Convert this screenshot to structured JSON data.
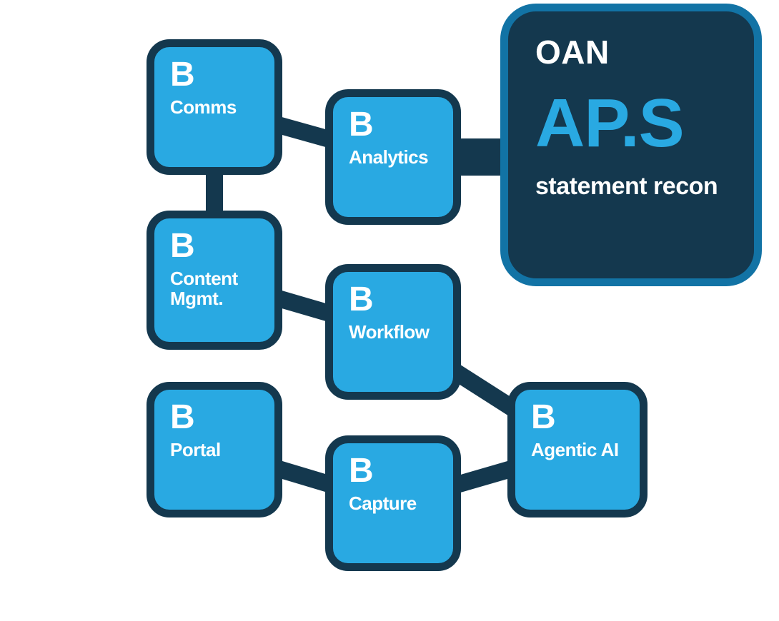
{
  "diagram": {
    "nodes": [
      {
        "id": "comms",
        "initial": "B",
        "label": "Comms"
      },
      {
        "id": "analytics",
        "initial": "B",
        "label": "Analytics"
      },
      {
        "id": "content-mgmt",
        "initial": "B",
        "label": "Content Mgmt."
      },
      {
        "id": "workflow",
        "initial": "B",
        "label": "Workflow"
      },
      {
        "id": "portal",
        "initial": "B",
        "label": "Portal"
      },
      {
        "id": "capture",
        "initial": "B",
        "label": "Capture"
      },
      {
        "id": "agentic-ai",
        "initial": "B",
        "label": "Agentic AI"
      }
    ],
    "hub": {
      "eyebrow": "OAN",
      "title": "AP.S",
      "subtitle": "statement recon"
    },
    "edges": [
      {
        "from": "comms",
        "to": "analytics",
        "thick": false
      },
      {
        "from": "comms",
        "to": "content-mgmt",
        "thick": false
      },
      {
        "from": "analytics",
        "to": "hub",
        "thick": true
      },
      {
        "from": "content-mgmt",
        "to": "workflow",
        "thick": false
      },
      {
        "from": "workflow",
        "to": "agentic-ai",
        "thick": false
      },
      {
        "from": "portal",
        "to": "capture",
        "thick": false
      },
      {
        "from": "capture",
        "to": "agentic-ai",
        "thick": false
      }
    ],
    "colors": {
      "background": "#FFFFFF",
      "node_fill": "#29A9E2",
      "line": "#14384E",
      "hub_fill": "#14384E",
      "hub_border": "#1273A5",
      "accent": "#29A9E2",
      "text": "#FFFFFF"
    }
  }
}
